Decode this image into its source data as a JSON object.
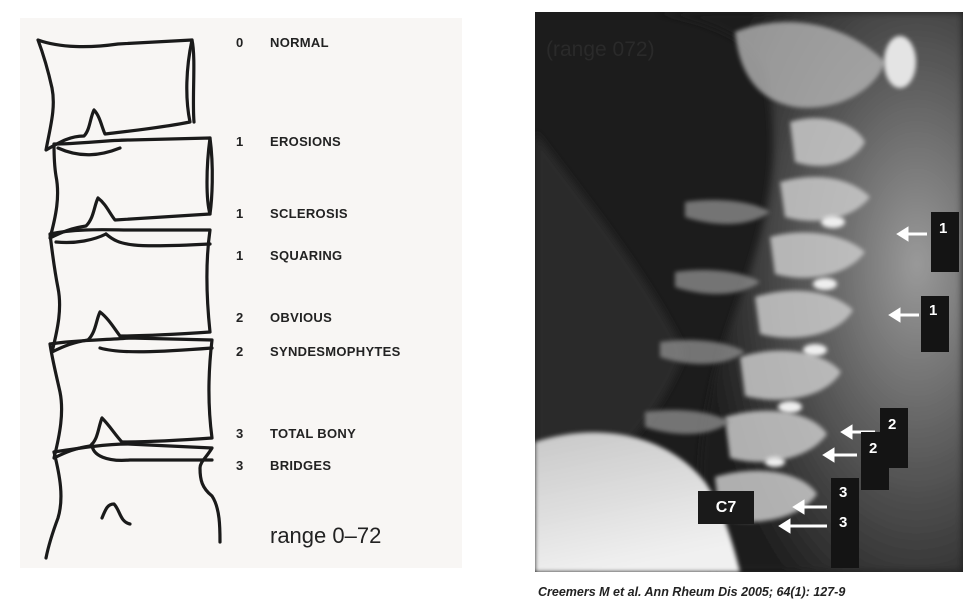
{
  "scores": [
    {
      "num": "0",
      "label": "NORMAL"
    },
    {
      "num": "1",
      "label": "EROSIONS"
    },
    {
      "num": "1",
      "label": "SCLEROSIS"
    },
    {
      "num": "1",
      "label": "SQUARING"
    },
    {
      "num": "2",
      "label": "OBVIOUS"
    },
    {
      "num": "2",
      "label": "SYNDESMOPHYTES"
    },
    {
      "num": "3",
      "label": "TOTAL BONY"
    },
    {
      "num": "3",
      "label": "BRIDGES"
    }
  ],
  "left_range": "range 0–72",
  "xray_range": "(range 072)",
  "xray_markers": [
    "1",
    "1",
    "2",
    "2",
    "3",
    "3"
  ],
  "vertebra_label": "C7",
  "citation": "Creemers M et al. Ann Rheum Dis 2005; 64(1): 127-9"
}
